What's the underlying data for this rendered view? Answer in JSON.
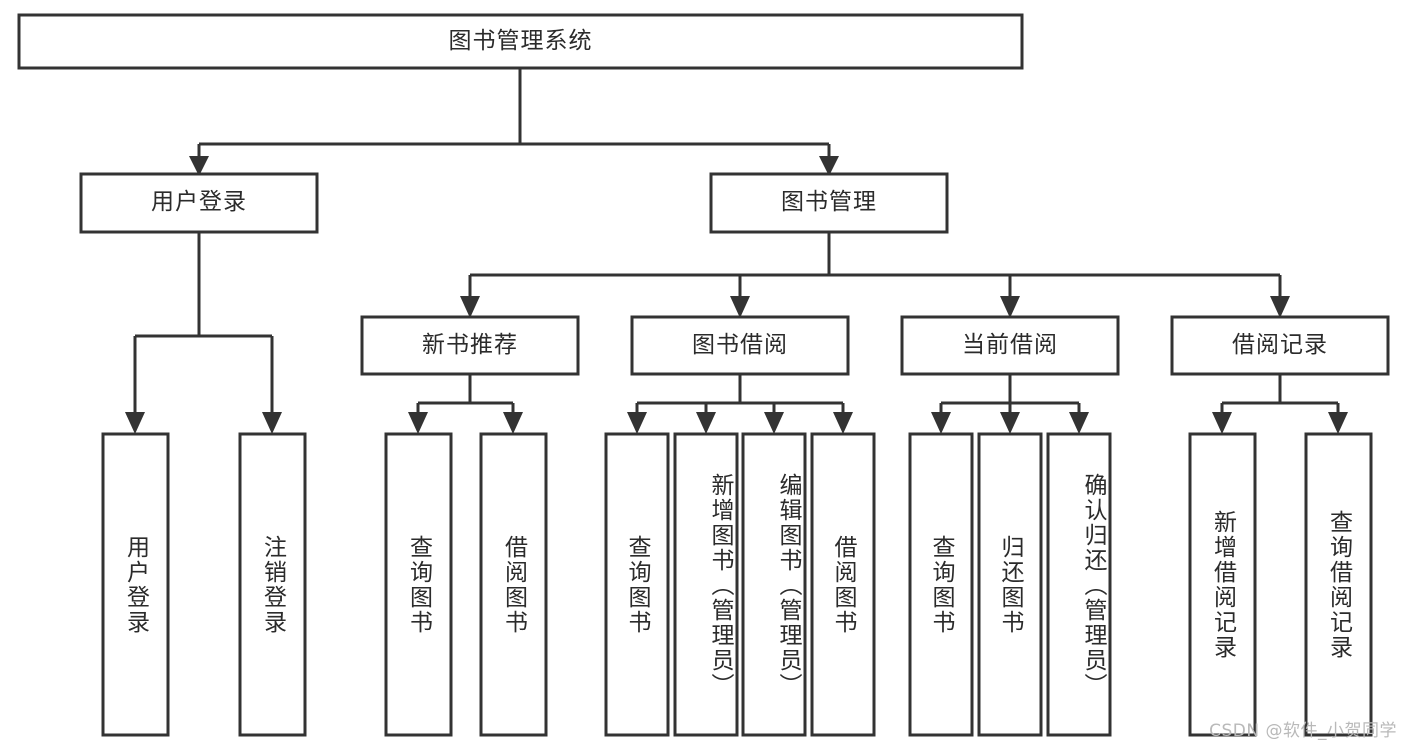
{
  "diagram": {
    "type": "tree-hierarchy",
    "title": "图书管理系统",
    "orientation": "top-down",
    "colors": {
      "stroke": "#333333",
      "box_fill": "#ffffff",
      "text": "#2b2b2b",
      "background": "#ffffff",
      "watermark": "#b9b9b9"
    },
    "levels": [
      {
        "level": 1,
        "nodes": [
          {
            "id": "root",
            "label": "图书管理系统",
            "orientation": "horizontal"
          }
        ]
      },
      {
        "level": 2,
        "nodes": [
          {
            "id": "login",
            "label": "用户登录",
            "orientation": "horizontal",
            "parent": "root"
          },
          {
            "id": "bookmgmt",
            "label": "图书管理",
            "orientation": "horizontal",
            "parent": "root"
          }
        ]
      },
      {
        "level": 3,
        "nodes": [
          {
            "id": "newbook",
            "label": "新书推荐",
            "orientation": "horizontal",
            "parent": "bookmgmt"
          },
          {
            "id": "borrow",
            "label": "图书借阅",
            "orientation": "horizontal",
            "parent": "bookmgmt"
          },
          {
            "id": "current",
            "label": "当前借阅",
            "orientation": "horizontal",
            "parent": "bookmgmt"
          },
          {
            "id": "records",
            "label": "借阅记录",
            "orientation": "horizontal",
            "parent": "bookmgmt"
          }
        ]
      },
      {
        "level": 4,
        "nodes": [
          {
            "id": "leaf-user-login",
            "label": "用户登录",
            "orientation": "vertical",
            "parent": "login"
          },
          {
            "id": "leaf-user-logout",
            "label": "注销登录",
            "orientation": "vertical",
            "parent": "login"
          },
          {
            "id": "leaf-nb-query",
            "label": "查询图书",
            "orientation": "vertical",
            "parent": "newbook"
          },
          {
            "id": "leaf-nb-borrow",
            "label": "借阅图书",
            "orientation": "vertical",
            "parent": "newbook"
          },
          {
            "id": "leaf-bo-query",
            "label": "查询图书",
            "orientation": "vertical",
            "parent": "borrow"
          },
          {
            "id": "leaf-bo-add",
            "label": "新增图书（管理员）",
            "orientation": "vertical",
            "parent": "borrow"
          },
          {
            "id": "leaf-bo-edit",
            "label": "编辑图书（管理员）",
            "orientation": "vertical",
            "parent": "borrow"
          },
          {
            "id": "leaf-bo-borrow",
            "label": "借阅图书",
            "orientation": "vertical",
            "parent": "borrow"
          },
          {
            "id": "leaf-cu-query",
            "label": "查询图书",
            "orientation": "vertical",
            "parent": "current"
          },
          {
            "id": "leaf-cu-return",
            "label": "归还图书",
            "orientation": "vertical",
            "parent": "current"
          },
          {
            "id": "leaf-cu-confirm",
            "label": "确认归还（管理员）",
            "orientation": "vertical",
            "parent": "current"
          },
          {
            "id": "leaf-re-add",
            "label": "新增借阅记录",
            "orientation": "vertical",
            "parent": "records"
          },
          {
            "id": "leaf-re-query",
            "label": "查询借阅记录",
            "orientation": "vertical",
            "parent": "records"
          }
        ]
      }
    ]
  },
  "watermark": {
    "text": "CSDN @软件_小贺同学"
  }
}
